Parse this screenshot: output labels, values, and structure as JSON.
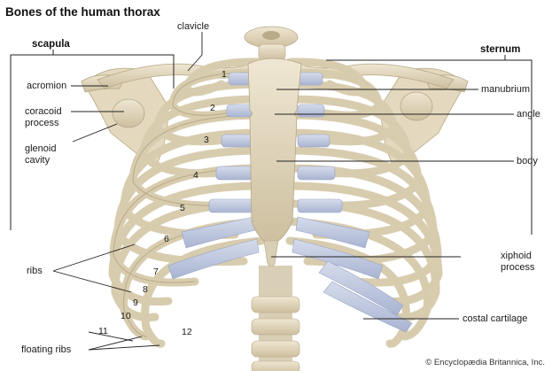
{
  "title": "Bones of the human thorax",
  "headers": {
    "scapula": "scapula",
    "sternum": "sternum"
  },
  "labels": {
    "clavicle": "clavicle",
    "acromion": "acromion",
    "coracoid_line1": "coracoid",
    "coracoid_line2": "process",
    "glenoid_line1": "glenoid",
    "glenoid_line2": "cavity",
    "manubrium": "manubrium",
    "angle": "angle",
    "body": "body",
    "xiphoid_line1": "xiphoid",
    "xiphoid_line2": "process",
    "costal_cartilage": "costal cartilage",
    "ribs": "ribs",
    "floating_ribs": "floating ribs"
  },
  "rib_numbers": [
    "1",
    "2",
    "3",
    "4",
    "5",
    "6",
    "7",
    "8",
    "9",
    "10",
    "11",
    "12"
  ],
  "copyright": "© Encyclopædia Britannica, Inc.",
  "colors": {
    "bone": "#e8dfc9",
    "bone_shadow": "#c9bb9a",
    "cartilage": "#c5cde3",
    "cartilage_dark": "#9fabcc",
    "leader": "#222222"
  }
}
